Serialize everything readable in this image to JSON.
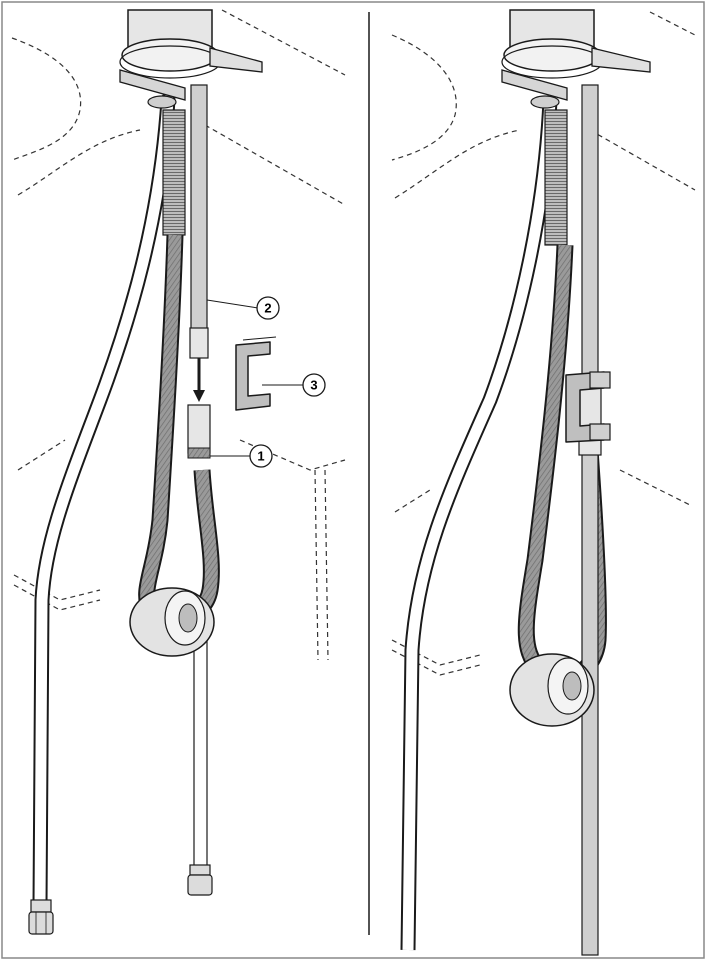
{
  "callouts": {
    "one": "1",
    "two": "2",
    "three": "3"
  },
  "colors": {
    "hose": "#c8c8c8",
    "hose_braided": "#8c8c8c",
    "metal": "#dcdcdc",
    "outline": "#1a1a1a",
    "dashed": "#333333",
    "frame": "#888888"
  }
}
